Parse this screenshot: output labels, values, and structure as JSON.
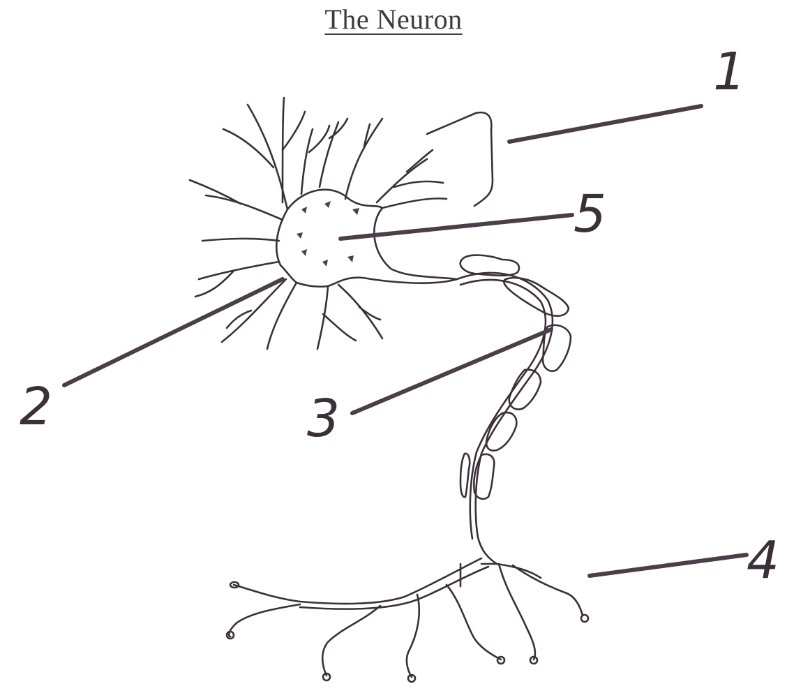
{
  "title": "The Neuron",
  "labels": [
    {
      "id": "label-1",
      "text": "1"
    },
    {
      "id": "label-2",
      "text": "2"
    },
    {
      "id": "label-3",
      "text": "3"
    },
    {
      "id": "label-4",
      "text": "4"
    },
    {
      "id": "label-5",
      "text": "5"
    }
  ],
  "colors": {
    "ink": "#3a3038",
    "leader": "#4a3e48",
    "background": "#ffffff"
  }
}
